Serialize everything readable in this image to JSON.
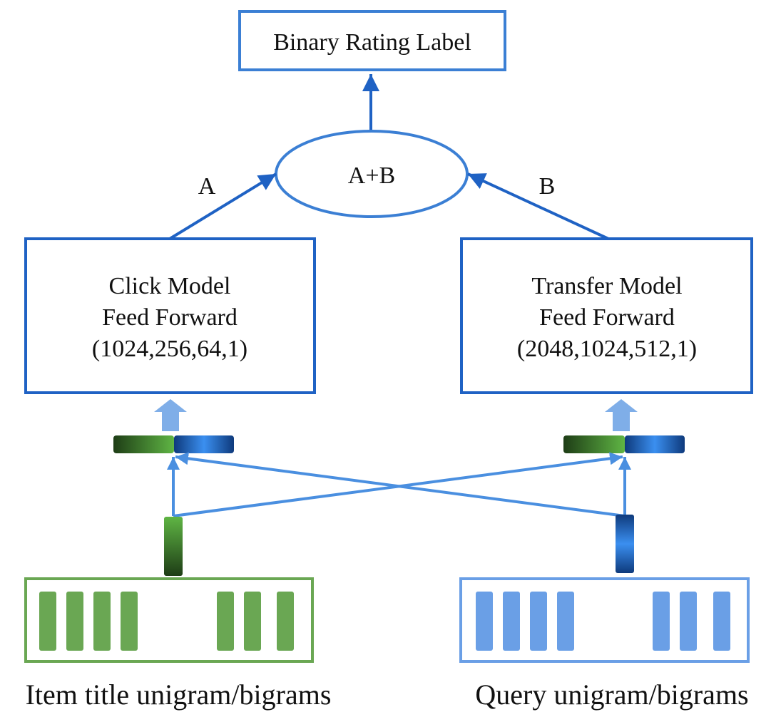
{
  "colors": {
    "box_stroke": "#3b7fd4",
    "arrow": "#1f62c4",
    "thin_arrow": "#4a8fe0",
    "block_arrow": "#7faee8",
    "green_block": "#6aa753",
    "green_border": "#6aa753",
    "blue_block": "#6a9fe6",
    "blue_border": "#6a9fe6",
    "green_dark": "#1e3d16",
    "green_light": "#5fb544",
    "blue_dark": "#0e3a7c",
    "blue_light": "#3b8ff0"
  },
  "top_box": {
    "label": "Binary Rating Label"
  },
  "sum_node": {
    "label": "A+B"
  },
  "edge_labels": {
    "left": "A",
    "right": "B"
  },
  "click_model": {
    "line1": "Click Model",
    "line2": "Feed Forward",
    "line3": "(1024,256,64,1)"
  },
  "transfer_model": {
    "line1": "Transfer Model",
    "line2": "Feed Forward",
    "line3": "(2048,1024,512,1)"
  },
  "item_input": {
    "caption": "Item title unigram/bigrams"
  },
  "query_input": {
    "caption": "Query unigram/bigrams"
  }
}
